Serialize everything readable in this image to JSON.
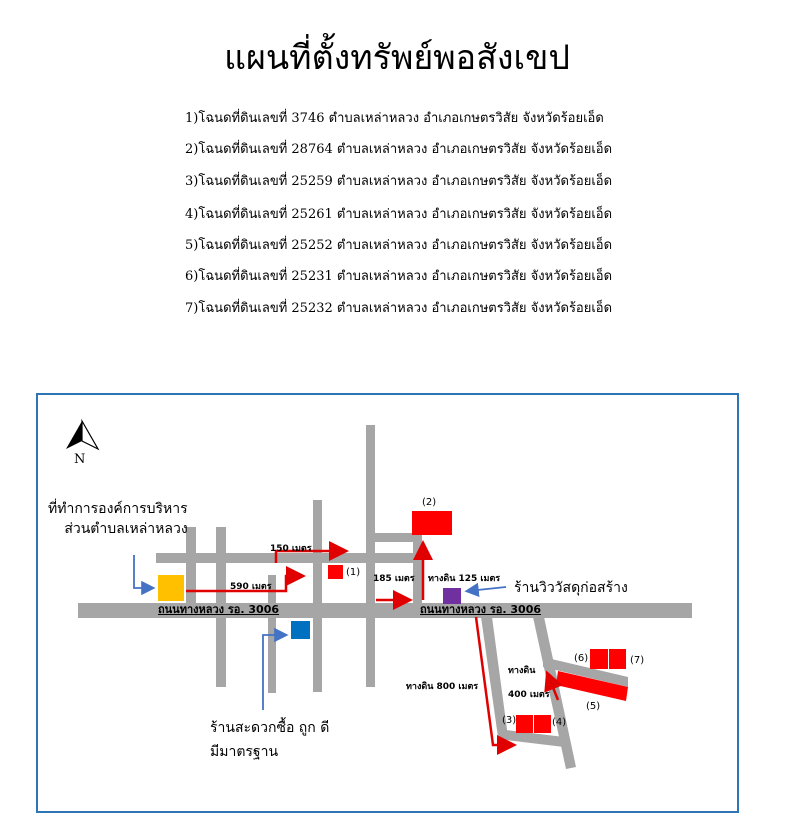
{
  "title": "แผนที่ตั้งทรัพย์พอสังเขป",
  "deeds": [
    "1)โฉนดที่ดินเลขที่ 3746 ตำบลเหล่าหลวง อำเภอเกษตรวิสัย จังหวัดร้อยเอ็ด",
    "2)โฉนดที่ดินเลขที่ 28764 ตำบลเหล่าหลวง อำเภอเกษตรวิสัย จังหวัดร้อยเอ็ด",
    "3)โฉนดที่ดินเลขที่ 25259 ตำบลเหล่าหลวง อำเภอเกษตรวิสัย จังหวัดร้อยเอ็ด",
    "4)โฉนดที่ดินเลขที่ 25261  ตำบลเหล่าหลวง อำเภอเกษตรวิสัย จังหวัดร้อยเอ็ด",
    "5)โฉนดที่ดินเลขที่ 25252  ตำบลเหล่าหลวง อำเภอเกษตรวิสัย จังหวัดร้อยเอ็ด",
    "6)โฉนดที่ดินเลขที่ 25231  ตำบลเหล่าหลวง อำเภอเกษตรวิสัย จังหวัดร้อยเอ็ด",
    "7)โฉนดที่ดินเลขที่ 25232  ตำบลเหล่าหลวง อำเภอเกษตรวิสัย จังหวัดร้อยเอ็ด"
  ],
  "map": {
    "north_label": "N",
    "landmarks": {
      "sao_office": "ที่ทำการองค์การบริหาร\nส่วนตำบลเหล่าหลวง",
      "hardware_store": "ร้านวิววัสดุก่อสร้าง",
      "convenience_store_line1": "ร้านสะดวกซื้อ ถูก ดี",
      "convenience_store_line2": "มีมาตรฐาน"
    },
    "roads": {
      "highway_left": "ถนนทางหลวง รอ. 3006",
      "highway_right": "ถนนทางหลวง รอ. 3006"
    },
    "distances": {
      "d590": "590 เมตร",
      "d150": "150 เมตร",
      "d185": "185 เมตร",
      "d125": "ทางดิน 125 เมตร",
      "d800": "ทางดิน 800 เมตร",
      "dirt": "ทางดิน",
      "d400": "400 เมตร"
    },
    "parcels": {
      "p1": "(1)",
      "p2": "(2)",
      "p3": "(3)",
      "p4": "(4)",
      "p5": "(5)",
      "p6": "(6)",
      "p7": "(7)"
    },
    "colors": {
      "road": "#a6a6a6",
      "parcel": "#ff0000",
      "route_arrow": "#e00000",
      "pointer_arrow": "#4472c4",
      "sao_office": "#ffc000",
      "hardware_store": "#7030a0",
      "convenience_store": "#0070c0",
      "frame": "#2e75b6"
    }
  }
}
